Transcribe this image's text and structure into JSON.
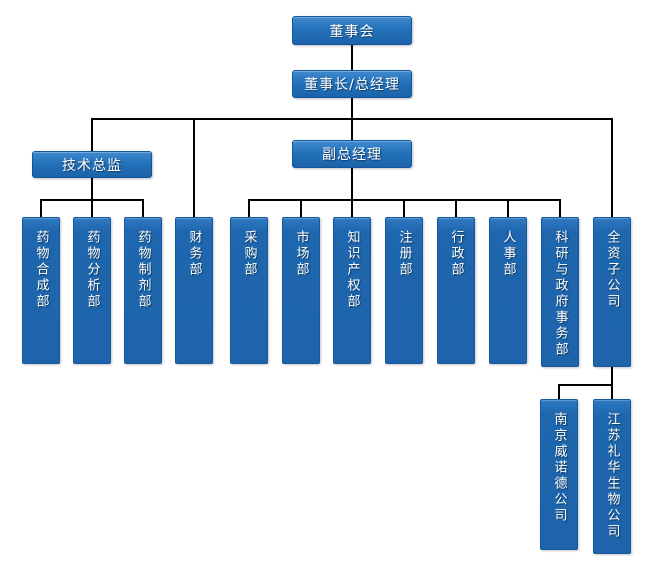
{
  "org": {
    "root": {
      "label": "董事会"
    },
    "executive": {
      "label": "董事长/总经理"
    },
    "tech_director": {
      "label": "技术总监"
    },
    "deputy_gm": {
      "label": "副总经理"
    },
    "departments": [
      {
        "label": "药物合成部",
        "parent": "技术总监"
      },
      {
        "label": "药物分析部",
        "parent": "技术总监"
      },
      {
        "label": "药物制剂部",
        "parent": "技术总监"
      },
      {
        "label": "财务部",
        "parent": "董事长/总经理"
      },
      {
        "label": "采购部",
        "parent": "副总经理"
      },
      {
        "label": "市场部",
        "parent": "副总经理"
      },
      {
        "label": "知识产权部",
        "parent": "副总经理"
      },
      {
        "label": "注册部",
        "parent": "副总经理"
      },
      {
        "label": "行政部",
        "parent": "副总经理"
      },
      {
        "label": "人事部",
        "parent": "副总经理"
      },
      {
        "label": "科研与政府事务部",
        "parent": "副总经理"
      },
      {
        "label": "全资子公司",
        "parent": "董事长/总经理"
      }
    ],
    "subsidiaries": [
      {
        "label": "南京威诺德公司",
        "parent": "全资子公司"
      },
      {
        "label": "江苏礼华生物公司",
        "parent": "全资子公司"
      }
    ]
  },
  "colors": {
    "background": "#ffffff",
    "box_gradient_top": "#4189ce",
    "box_fill": "#1d64ab",
    "box_border": "#14569b",
    "connector": "#000000",
    "text": "#ffffff"
  }
}
